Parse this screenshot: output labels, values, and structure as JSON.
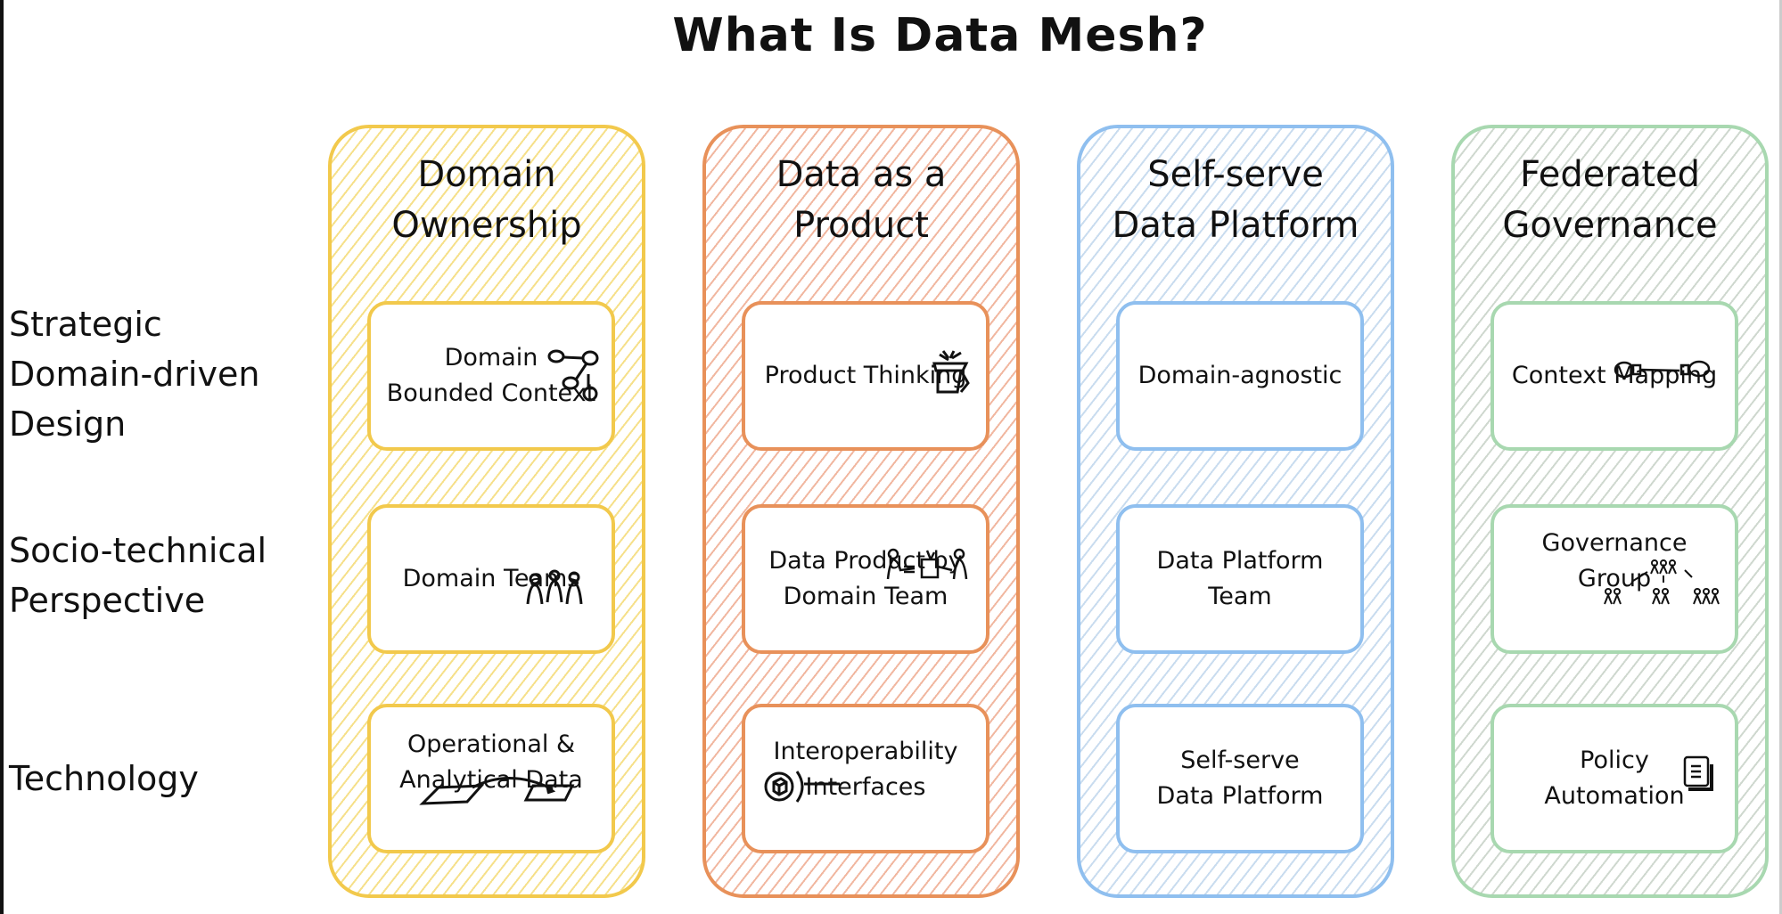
{
  "title": "What Is Data Mesh?",
  "row_labels": [
    {
      "id": "strategic",
      "text": "Strategic\nDomain-driven\nDesign"
    },
    {
      "id": "socio",
      "text": "Socio-technical\nPerspective"
    },
    {
      "id": "technology",
      "text": "Technology"
    }
  ],
  "pillars": [
    {
      "title": "Domain\nOwnership",
      "color": "#f2c94c",
      "hatch": "#f6e08a",
      "cards": [
        {
          "text": "Domain\nBounded Context",
          "icon": "graph-nodes-icon"
        },
        {
          "text": "Domain Teams",
          "icon": "team-people-icon"
        },
        {
          "text": "Operational &\nAnalytical Data",
          "icon": "data-transfer-icon"
        }
      ]
    },
    {
      "title": "Data as a\nProduct",
      "color": "#e8915a",
      "hatch": "#f1b7a0",
      "cards": [
        {
          "text": "Product Thinking",
          "icon": "gift-box-icon"
        },
        {
          "text": "Data Product by\nDomain Team",
          "icon": "team-delivering-product-icon"
        },
        {
          "text": "Interoperability\nInterfaces",
          "icon": "interface-socket-icon"
        }
      ]
    },
    {
      "title": "Self-serve\nData Platform",
      "color": "#8fbfef",
      "hatch": "#c9dcef",
      "cards": [
        {
          "text": "Domain-agnostic",
          "icon": ""
        },
        {
          "text": "Data Platform\nTeam",
          "icon": ""
        },
        {
          "text": "Self-serve\nData Platform",
          "icon": ""
        }
      ]
    },
    {
      "title": "Federated\nGovernance",
      "color": "#a8d8b0",
      "hatch": "#cfd8cf",
      "cards": [
        {
          "text": "Context Mapping",
          "icon": "context-link-icon"
        },
        {
          "text": "Governance\nGroup",
          "icon": "org-hierarchy-icon"
        },
        {
          "text": "Policy\nAutomation",
          "icon": "policy-document-icon"
        }
      ]
    }
  ]
}
